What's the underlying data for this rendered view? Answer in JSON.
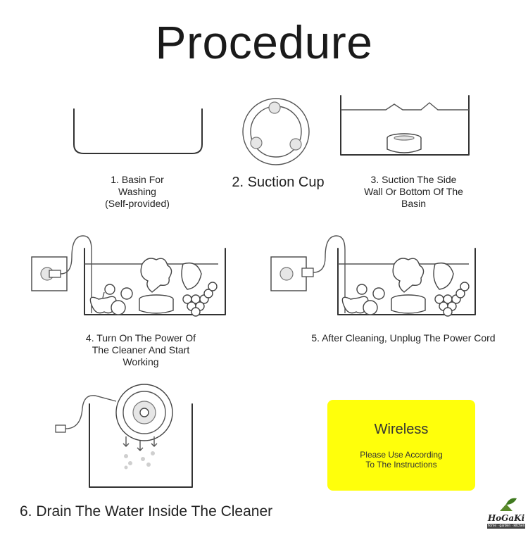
{
  "title": "Procedure",
  "steps": {
    "step1": {
      "line1": "1. Basin For",
      "line2": "Washing",
      "line3": "(Self-provided)"
    },
    "step2": {
      "label": "2. Suction Cup"
    },
    "step3": {
      "line1": "3. Suction The Side",
      "line2": "Wall Or Bottom Of The",
      "line3": "Basin"
    },
    "step4": {
      "line1": "4. Turn On The Power Of",
      "line2": "The Cleaner And Start",
      "line3": "Working"
    },
    "step5": {
      "label": "5. After Cleaning, Unplug The Power Cord"
    },
    "step6": {
      "label": "6. Drain The Water Inside The Cleaner"
    }
  },
  "wireless_box": {
    "title": "Wireless",
    "line1": "Please Use According",
    "line2": "To The Instructions",
    "color": "#ffff0b"
  },
  "logo": {
    "name": "HoGaKi",
    "tagline": "home · garden · kitchen"
  }
}
